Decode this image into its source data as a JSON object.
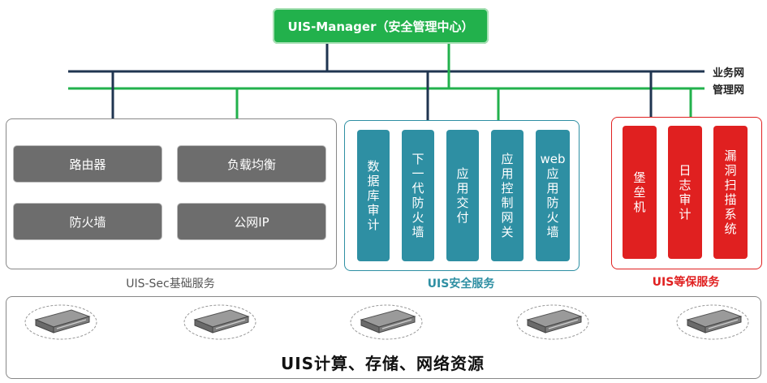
{
  "manager": {
    "label": "UIS-Manager（安全管理中心）"
  },
  "networks": {
    "business": "业务网",
    "management": "管理网"
  },
  "colors": {
    "business_line": "#1f3550",
    "management_line": "#22b14c",
    "teal": "#2e8fa3",
    "red": "#e02020",
    "gray": "#6d6d6d"
  },
  "sec_basic": {
    "caption": "UIS-Sec基础服务",
    "items": [
      "路由器",
      "负载均衡",
      "防火墙",
      "公网IP"
    ]
  },
  "security": {
    "caption": "UIS安全服务",
    "items": [
      [
        "数",
        "据",
        "库",
        "审",
        "计"
      ],
      [
        "下",
        "一",
        "代",
        "防",
        "火",
        "墙"
      ],
      [
        "应",
        "用",
        "交",
        "付"
      ],
      [
        "应",
        "用",
        "控",
        "制",
        "网",
        "关"
      ],
      [
        "web",
        "应",
        "用",
        "防",
        "火",
        "墙"
      ]
    ]
  },
  "compliance": {
    "caption": "UIS等保服务",
    "items": [
      [
        "堡",
        "垒",
        "机"
      ],
      [
        "日",
        "志",
        "审",
        "计"
      ],
      [
        "漏",
        "洞",
        "扫",
        "描",
        "系",
        "统"
      ]
    ]
  },
  "resources": {
    "title": "UIS计算、存储、网络资源",
    "server_count": 5
  }
}
